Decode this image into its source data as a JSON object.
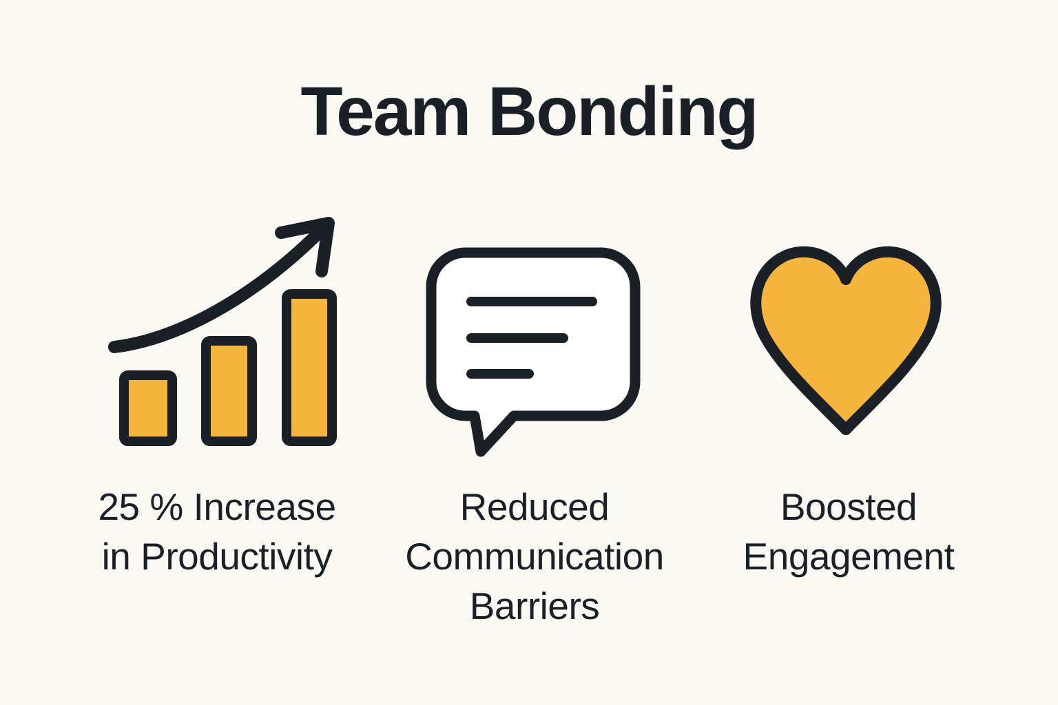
{
  "title": "Team Bonding",
  "colors": {
    "background": "#FAF9F3",
    "ink": "#1B2027",
    "accent_yellow": "#F5B53A",
    "bubble_fill": "#FFFFFF"
  },
  "features": [
    {
      "icon": "growth-bar-chart-icon",
      "stat": "25 %",
      "label": "25 % Increase\nin Productivity"
    },
    {
      "icon": "speech-bubble-icon",
      "label": "Reduced\nCommunication\nBarriers"
    },
    {
      "icon": "heart-icon",
      "label": "Boosted\nEngagement"
    }
  ]
}
